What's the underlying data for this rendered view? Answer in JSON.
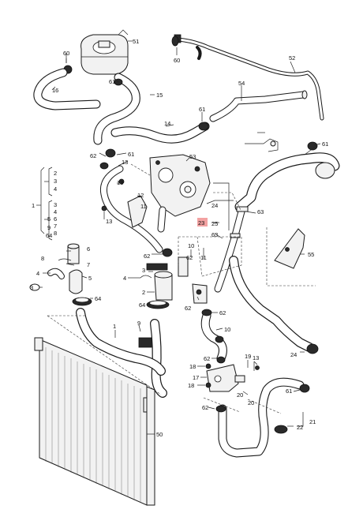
{
  "diagram": {
    "labels": {
      "l_1_left": "1",
      "l_2": "2",
      "l_3": "3",
      "l_4": "4",
      "l_5": "5",
      "l_6": "6",
      "l_7": "7",
      "l_8": "8",
      "l_9": "9",
      "l_10": "10",
      "l_11": "11",
      "l_12": "12",
      "l_13": "13",
      "l_14": "14",
      "l_15": "15",
      "l_16": "16",
      "l_17": "17",
      "l_18": "18",
      "l_19": "19",
      "l_20": "20",
      "l_21": "21",
      "l_22": "22",
      "l_23": "23",
      "l_24": "24",
      "l_25": "25",
      "l_50": "50",
      "l_51": "51",
      "l_52": "52",
      "l_53": "53",
      "l_54": "54",
      "l_55": "55",
      "l_60": "60",
      "l_61": "61",
      "l_62": "62",
      "l_63": "63",
      "l_64": "64"
    },
    "bracket_list": {
      "items_a": [
        "2",
        "3",
        "4"
      ],
      "items_b": [
        "3",
        "4",
        "5",
        "6",
        "7",
        "8"
      ],
      "items_c": [
        "9",
        "64"
      ],
      "root": "1"
    },
    "highlight_color": "#f3a2a2"
  }
}
